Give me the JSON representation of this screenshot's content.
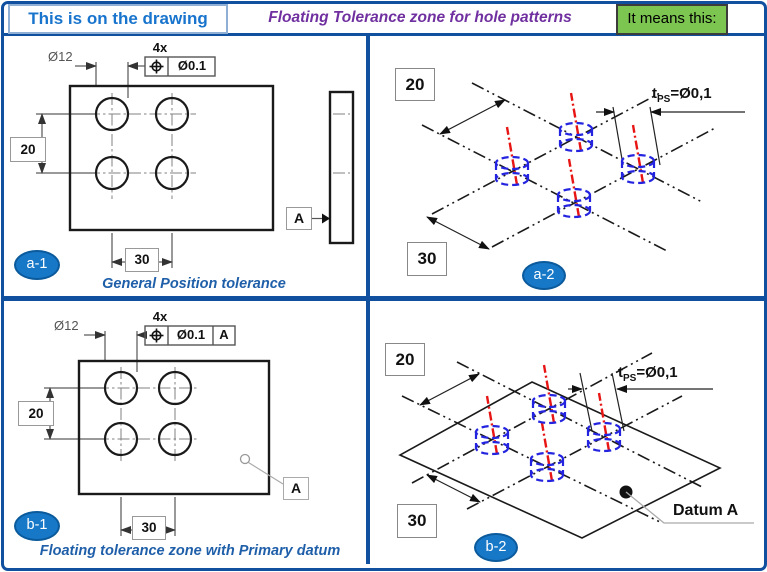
{
  "header": {
    "left_box_label": "This is on the drawing",
    "title": "Floating Tolerance zone for hole patterns",
    "right_box_label": "It means this:"
  },
  "colors": {
    "frame_blue": "#10509E",
    "header_text_blue": "#1874CD",
    "title_purple": "#7030A0",
    "green_bg": "#7DC551",
    "badge_blue": "#1878C8",
    "caption_blue": "#1F5FA9",
    "tolerance_zone_blue": "#2424E0",
    "axis_red": "#E81515"
  },
  "panels": {
    "a1": {
      "badge_label": "a-1",
      "caption": "General Position tolerance",
      "hole_diameter_label": "Ø12",
      "count_label": "4x",
      "fcf_tolerance": "Ø0.1",
      "vertical_dim": "20",
      "horizontal_dim": "30",
      "datum_flag": "A"
    },
    "a2": {
      "badge_label": "a-2",
      "vertical_dim": "20",
      "horizontal_dim": "30",
      "tol_zone": {
        "t": "t",
        "sub": "PS",
        "eq": "=Ø0,1"
      }
    },
    "b1": {
      "badge_label": "b-1",
      "caption": "Floating tolerance zone with  Primary datum",
      "hole_diameter_label": "Ø12",
      "count_label": "4x",
      "fcf_tolerance": "Ø0.1",
      "fcf_datum": "A",
      "vertical_dim": "20",
      "horizontal_dim": "30",
      "datum_flag": "A"
    },
    "b2": {
      "badge_label": "b-2",
      "vertical_dim": "20",
      "horizontal_dim": "30",
      "tol_zone": {
        "t": "t",
        "sub": "PS",
        "eq": "=Ø0,1"
      },
      "datum_text": "Datum A"
    }
  }
}
